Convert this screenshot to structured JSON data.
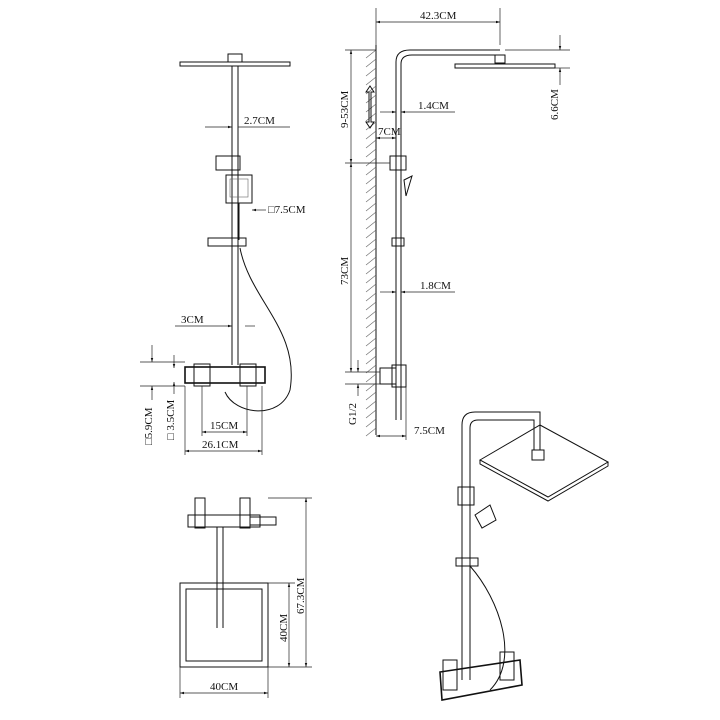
{
  "diagram": {
    "front_view": {
      "arm_diameter": "2.7CM",
      "handheld_head_size": "□7.5CM",
      "pipe_to_hose": "3CM",
      "mixer_height": "□5.9CM",
      "mixer_inner": "□ 3.5CM",
      "inlet_spacing": "15CM",
      "mixer_width": "26.1CM"
    },
    "side_view": {
      "arm_reach": "42.3CM",
      "head_drop": "6.6CM",
      "adjustable_height": "9-53CM",
      "upper_pipe": "1.4CM",
      "wall_offset": "7CM",
      "rail_length": "73CM",
      "lower_pipe": "1.8CM",
      "thread": "G1/2",
      "mixer_depth": "7.5CM"
    },
    "top_view": {
      "overall_depth": "67.3CM",
      "head_depth": "40CM",
      "head_width": "40CM"
    },
    "colors": {
      "line": "#111111",
      "background": "#ffffff"
    }
  }
}
